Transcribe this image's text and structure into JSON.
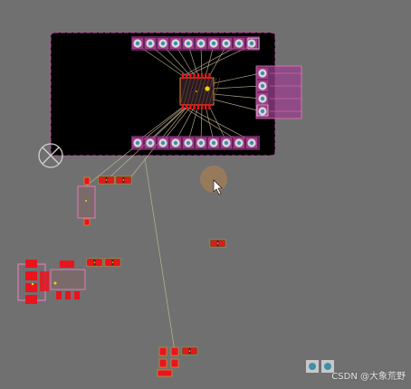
{
  "editor": {
    "view": "pcb-layout",
    "colors": {
      "background": "#707070",
      "board_fill": "#000000",
      "board_outline": "#c04aa0",
      "pad_ring": "#a23c8c",
      "pad_copper": "#d8d8d8",
      "pad_hole": "#3f8fa8",
      "smd_pad": "#e8141e",
      "smd_outline": "#d98a2a",
      "ic_body": "#9a8a6a",
      "ratsnest": "#cdbf9a",
      "silkscreen": "#e07ab8",
      "cursor_glow": "#b8834a"
    },
    "icons": {
      "origin_marker": "crosshair-circle-icon",
      "cursor": "arrow-pointer-icon"
    },
    "components": {
      "header_top_pins": 10,
      "header_bottom_pins": 10,
      "header_side_pins": 4,
      "ic_pins_per_side": 8
    }
  },
  "watermark": {
    "text": "CSDN @大象荒野"
  }
}
